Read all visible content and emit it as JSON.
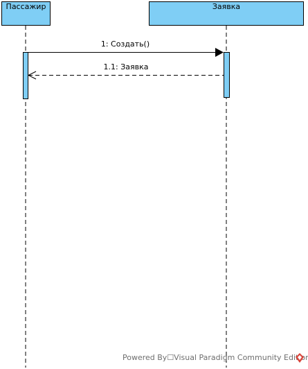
{
  "lifelines": [
    {
      "id": "passenger",
      "name": "Пассажир"
    },
    {
      "id": "request",
      "name": "Заявка"
    }
  ],
  "messages": [
    {
      "label": "1: Создать()",
      "from": "passenger",
      "to": "request",
      "kind": "call"
    },
    {
      "label": "1.1: Заявка",
      "from": "request",
      "to": "passenger",
      "kind": "return"
    }
  ],
  "watermark": {
    "text": "Powered By☐Visual Paradigm Community Edition",
    "logo": "visual-paradigm-logo-icon"
  },
  "colors": {
    "lifeline_fill": "#7fcef5",
    "stroke": "#000000",
    "watermark": "#6e6e6e",
    "logo": "#d9443a"
  }
}
